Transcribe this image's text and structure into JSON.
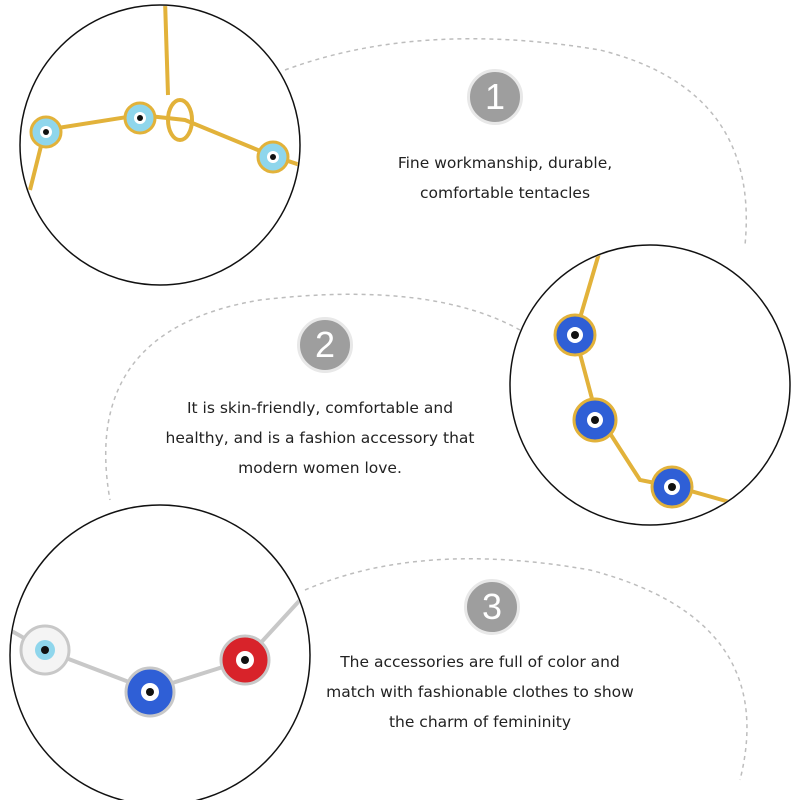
{
  "sections": [
    {
      "number": "1",
      "lines": [
        "Fine workmanship, durable,",
        "comfortable tentacles"
      ]
    },
    {
      "number": "2",
      "lines": [
        "It is skin-friendly, comfortable and",
        "healthy, and is a fashion accessory that",
        "modern women love."
      ]
    },
    {
      "number": "3",
      "lines": [
        "The accessories are full of color and",
        "match with fashionable clothes to show",
        "the charm of femininity"
      ]
    }
  ],
  "colors": {
    "badge": "#9e9e9e",
    "gold": "#e2b23a",
    "silver": "#c8c8c8",
    "light_blue": "#8fd6ec",
    "royal_blue": "#2f5fd6",
    "red": "#d8232a"
  }
}
